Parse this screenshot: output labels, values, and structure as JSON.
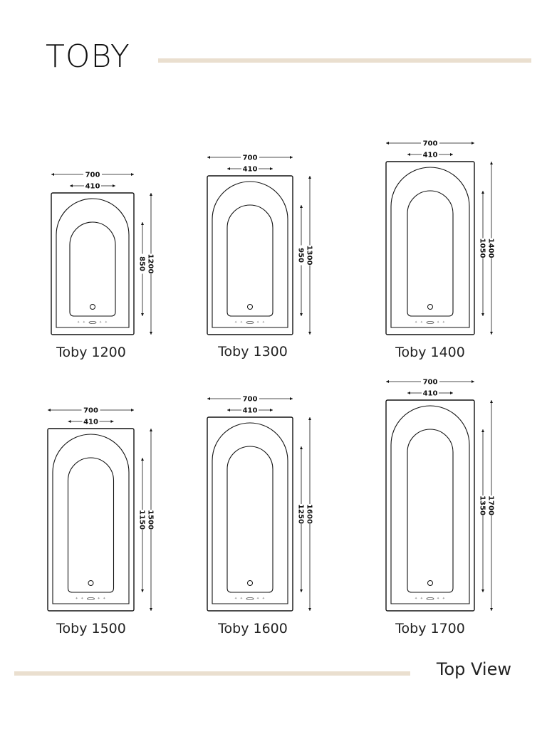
{
  "header": {
    "title": "TOBY"
  },
  "footer": {
    "label": "Top View"
  },
  "accent_color": "#eadfcf",
  "models": [
    {
      "name": "Toby 1200",
      "width": "700",
      "inner_width": "410",
      "length": "1200",
      "inner_length": "850"
    },
    {
      "name": "Toby 1300",
      "width": "700",
      "inner_width": "410",
      "length": "1300",
      "inner_length": "950"
    },
    {
      "name": "Toby 1400",
      "width": "700",
      "inner_width": "410",
      "length": "1400",
      "inner_length": "1050"
    },
    {
      "name": "Toby 1500",
      "width": "700",
      "inner_width": "410",
      "length": "1500",
      "inner_length": "1150"
    },
    {
      "name": "Toby 1600",
      "width": "700",
      "inner_width": "410",
      "length": "1600",
      "inner_length": "1250"
    },
    {
      "name": "Toby 1700",
      "width": "700",
      "inner_width": "410",
      "length": "1700",
      "inner_length": "1350"
    }
  ]
}
